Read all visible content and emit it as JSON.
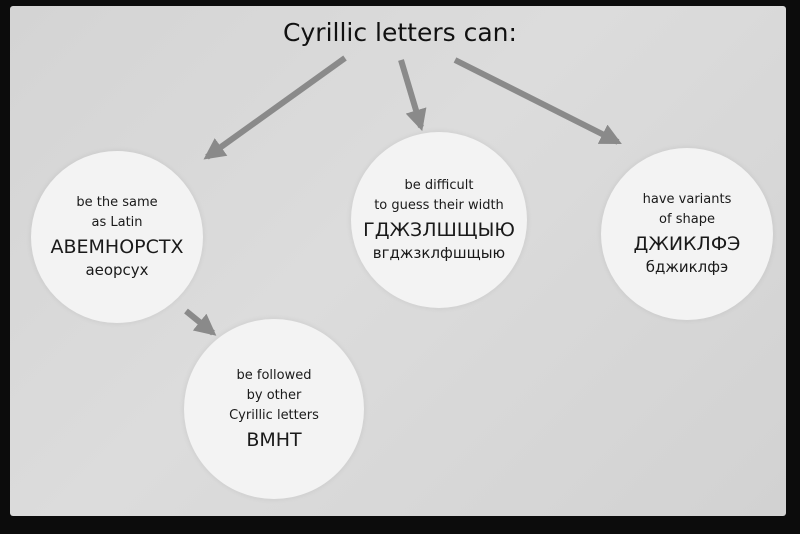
{
  "diagram": {
    "title": "Cyrillic letters can:",
    "nodes": {
      "same_as_latin": {
        "caption_lines": [
          "be the same",
          "as Latin"
        ],
        "uppercase": "АВЕМНОРСТХ",
        "lowercase": "аеорсух"
      },
      "difficult_width": {
        "caption_lines": [
          "be difficult",
          "to guess their width"
        ],
        "uppercase": "ГДЖЗЛШЩЫЮ",
        "lowercase": "вгджзклфшщыю"
      },
      "variants_of_shape": {
        "caption_lines": [
          "have variants",
          "of shape"
        ],
        "uppercase": "ДЖИКЛФЭ",
        "lowercase": "бджиклфэ"
      },
      "followed_by_cyrillic": {
        "caption_lines": [
          "be followed",
          "by other",
          "Cyrillic letters"
        ],
        "uppercase": "ВМНТ"
      }
    },
    "colors": {
      "arrow": "#8a8a8a",
      "bubble": "#f3f3f3",
      "slide": "#d8d8d8",
      "text": "#111111"
    }
  }
}
